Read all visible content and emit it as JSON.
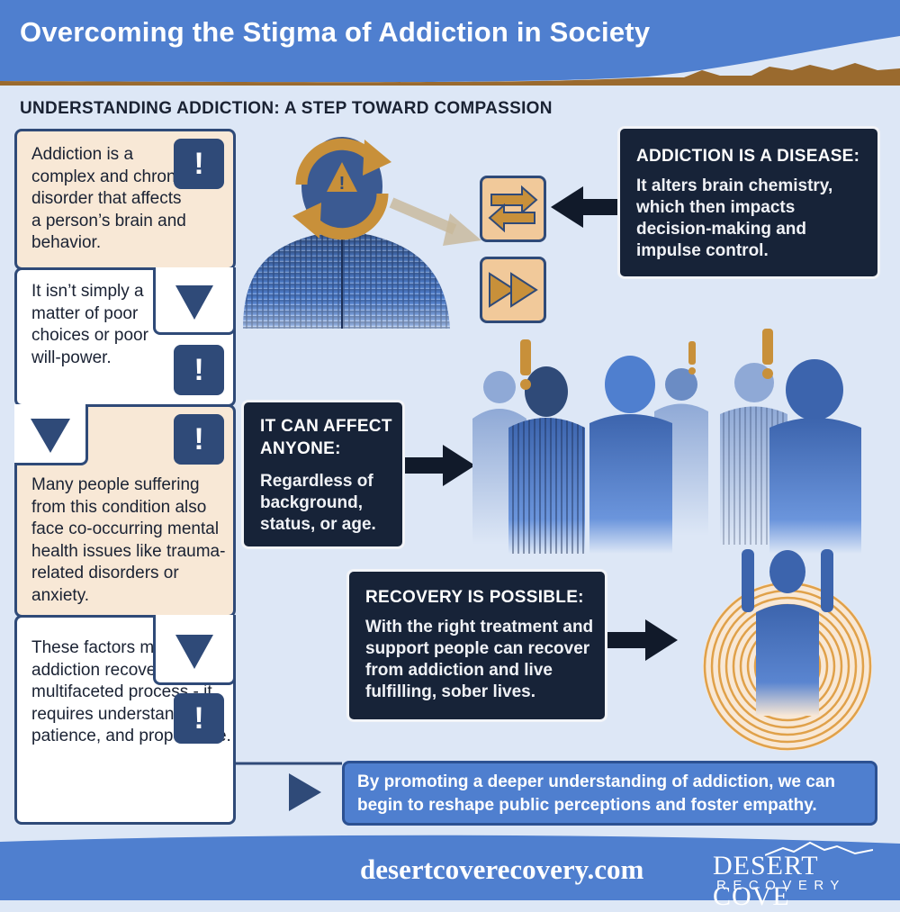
{
  "header": {
    "title": "Overcoming the Stigma of Addiction in Society",
    "subtitle": "UNDERSTANDING ADDICTION: A STEP TOWARD COMPASSION"
  },
  "left_panels": [
    {
      "text": "Addiction is a complex and chronic disorder that affects a person’s brain and behavior."
    },
    {
      "text": "It isn’t simply a matter of poor choices or poor will-power."
    },
    {
      "text": "Many people suffering from this condition also face co-occurring mental health issues like trauma-related disorders or anxiety."
    },
    {
      "text": "These factors mean that addiction recovery is a multifaceted process - it requires understanding, patience, and proper care."
    }
  ],
  "callouts": {
    "disease": {
      "heading": "ADDICTION IS A DISEASE:",
      "body": "It alters brain chemistry, which then impacts decision-making and impulse control."
    },
    "anyone": {
      "heading": "IT CAN AFFECT ANYONE:",
      "body": "Regardless of background, status, or age."
    },
    "recovery": {
      "heading": "RECOVERY IS POSSIBLE:",
      "body": "With the right treatment and support people can recover from addiction and live fulfilling, sober lives."
    }
  },
  "bottom_callout": {
    "text": "By promoting a deeper understanding of addiction, we can begin to reshape public perceptions and foster empathy."
  },
  "footer": {
    "url": "desertcoverecovery.com",
    "logo_line1": "DESERT COVE",
    "logo_line2": "RECOVERY"
  },
  "icons": {
    "exclamation": "!"
  },
  "colors": {
    "header_blue": "#4f7fcf",
    "navy": "#2f4a78",
    "dark_panel": "#172338",
    "beige": "#f8e8d6",
    "gold": "#c8903a",
    "background": "#dde7f6"
  }
}
